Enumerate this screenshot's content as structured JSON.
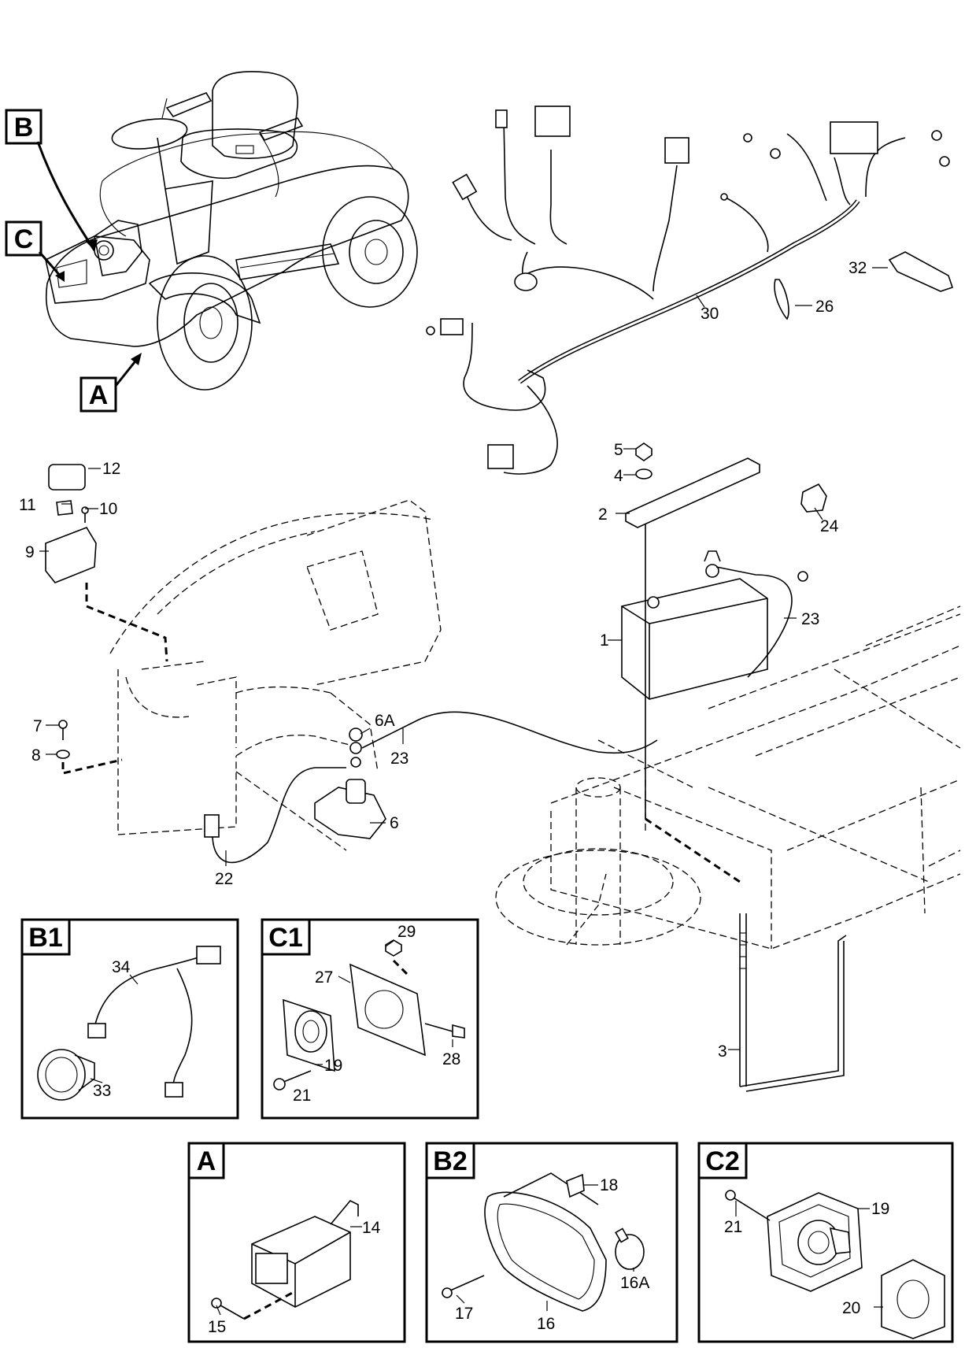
{
  "view_labels": {
    "a_main": "A",
    "b_main": "B",
    "c_main": "C"
  },
  "insets": {
    "b1": "B1",
    "c1": "C1",
    "a": "A",
    "b2": "B2",
    "c2": "C2"
  },
  "callouts": {
    "p1": "1",
    "p2": "2",
    "p3": "3",
    "p4": "4",
    "p5": "5",
    "p6": "6",
    "p6a": "6A",
    "p7": "7",
    "p8": "8",
    "p9": "9",
    "p10": "10",
    "p11": "11",
    "p12": "12",
    "p14": "14",
    "p15": "15",
    "p16": "16",
    "p16a": "16A",
    "p17": "17",
    "p18": "18",
    "p19a": "19",
    "p19b": "19",
    "p20": "20",
    "p21a": "21",
    "p21b": "21",
    "p22": "22",
    "p23a": "23",
    "p23b": "23",
    "p24": "24",
    "p26": "26",
    "p27": "27",
    "p28": "28",
    "p29": "29",
    "p30": "30",
    "p32": "32",
    "p33": "33",
    "p34": "34"
  },
  "colors": {
    "ink": "#000000",
    "paper": "#ffffff"
  }
}
